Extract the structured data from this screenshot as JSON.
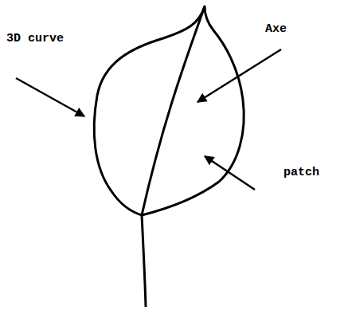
{
  "diagram": {
    "labels": [
      "3D curve",
      "Axe",
      "patch"
    ]
  }
}
